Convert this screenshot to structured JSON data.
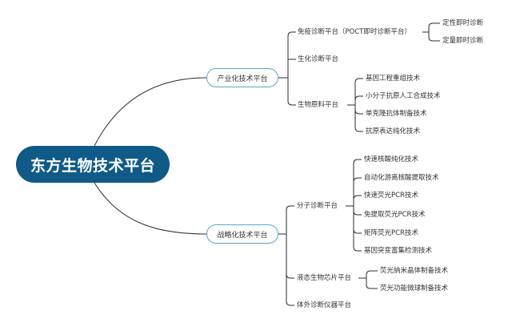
{
  "root": {
    "label": "东方生物技术平台"
  },
  "branches": [
    {
      "label": "产业化技术平台",
      "children": [
        {
          "label": "免疫诊断平台（POCT即时诊断平台）",
          "children": [
            "定性即时诊断",
            "定量即时诊断"
          ]
        },
        {
          "label": "生化诊断平台",
          "children": []
        },
        {
          "label": "生物原料平台",
          "children": [
            "基因工程重组技术",
            "小分子抗原人工合成技术",
            "单克隆抗体制备技术",
            "抗原表达纯化技术"
          ]
        }
      ]
    },
    {
      "label": "战略化技术平台",
      "children": [
        {
          "label": "分子诊断平台",
          "children": [
            "快速核酸纯化技术",
            "自动化游离核酸提取技术",
            "快速荧光PCR技术",
            "免提取荧光PCR技术",
            "矩阵荧光PCR技术",
            "基因突变富集检测技术"
          ]
        },
        {
          "label": "液态生物芯片平台",
          "children": [
            "荧光纳米晶体制备技术",
            "荧光功能微球制备技术"
          ]
        },
        {
          "label": "体外诊断仪器平台",
          "children": []
        }
      ]
    }
  ],
  "colors": {
    "root_fill": "#0f5a87",
    "branch_border": "#5aa6c8",
    "line": "#2b2b2b",
    "text": "#333333"
  }
}
